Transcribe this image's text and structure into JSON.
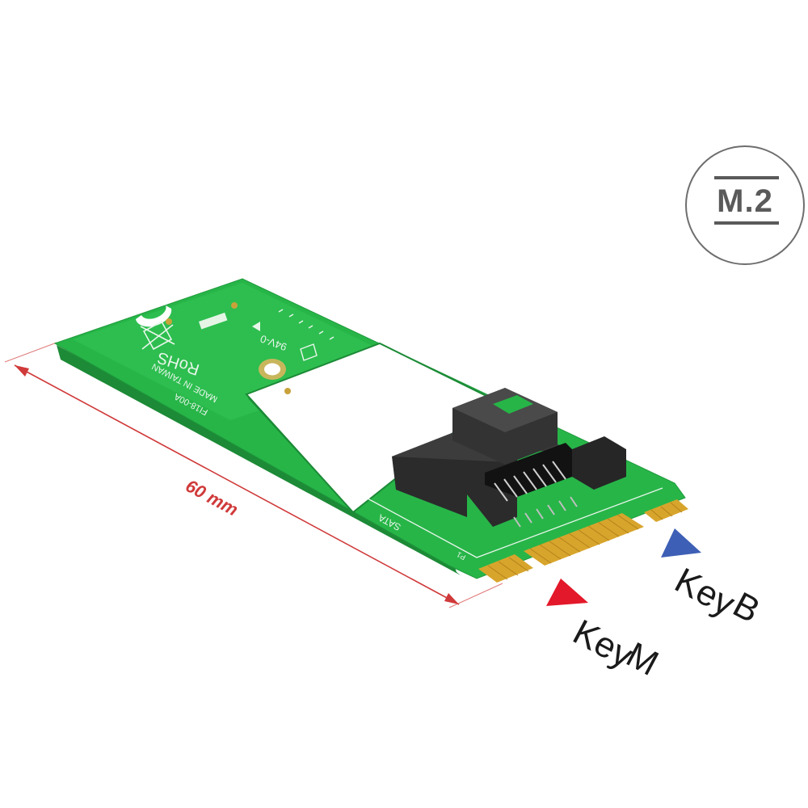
{
  "badge": {
    "label": "M.2"
  },
  "dimension": {
    "label": "60 mm",
    "color": "#d03a3a"
  },
  "board": {
    "silkscreen": {
      "rohs": "RoHS",
      "made_in": "MADE IN TAIWAN",
      "model": "FI18-00A",
      "sata": "SATA",
      "pin": "P1",
      "marking": "94V-0"
    },
    "pcb_color": "#27b548"
  },
  "keys": [
    {
      "word": "Key",
      "letter": "M",
      "arrow_color": "#e3182a"
    },
    {
      "word": "Key",
      "letter": "B",
      "arrow_color": "#3d5fb5"
    }
  ]
}
